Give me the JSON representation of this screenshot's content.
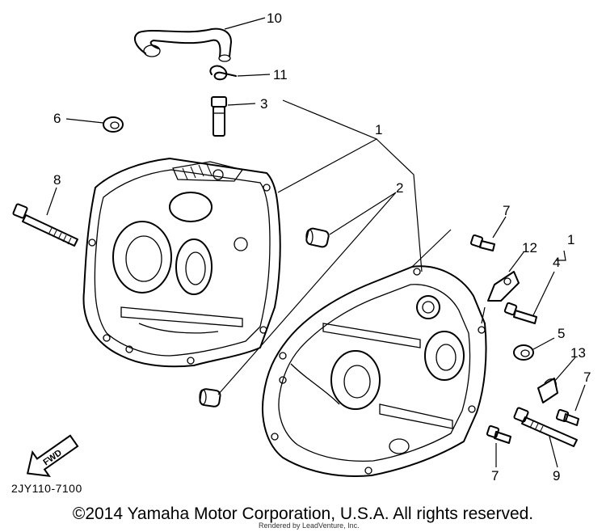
{
  "diagram": {
    "callouts": [
      "10",
      "11",
      "3",
      "6",
      "1",
      "8",
      "2",
      "7",
      "12",
      "1",
      "4",
      "5",
      "13",
      "7",
      "7",
      "9"
    ],
    "arrow_label": "FWD",
    "part_code": "2JY110-7100"
  },
  "footer": {
    "copyright": "©2014 Yamaha Motor Corporation, U.S.A. All rights reserved.",
    "rendered_by": "Rendered by LeadVenture, Inc."
  }
}
